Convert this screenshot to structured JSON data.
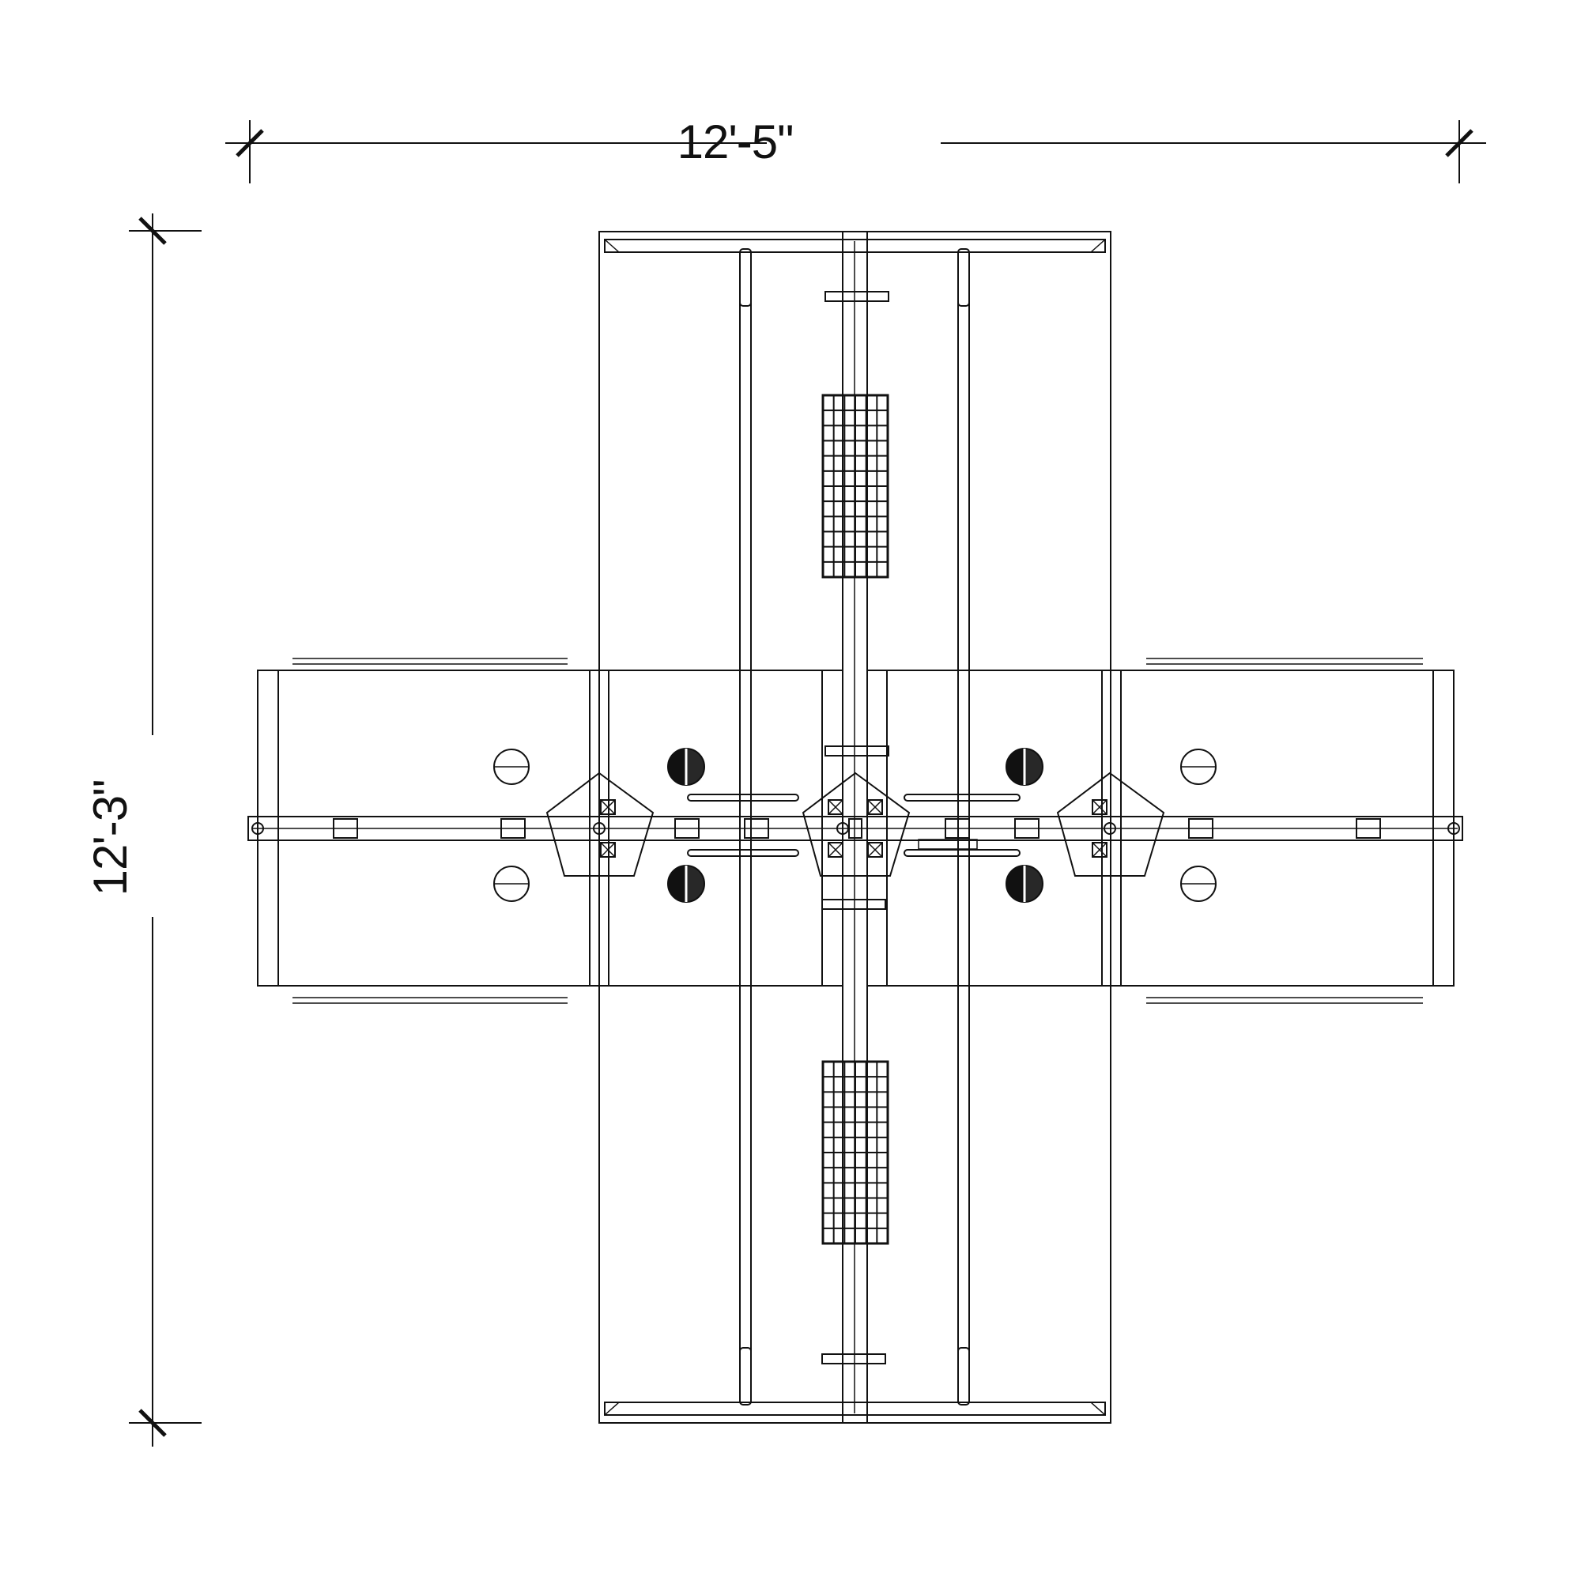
{
  "dimensions": {
    "width_label": "12'-5\"",
    "height_label": "12'-3\""
  },
  "layout": {
    "workstation_arms": [
      "north",
      "south",
      "west",
      "east"
    ],
    "wire_baskets": 2,
    "monitor_arms": 8,
    "power_hubs": 3
  },
  "colors": {
    "line": "#111111",
    "background": "#ffffff"
  }
}
